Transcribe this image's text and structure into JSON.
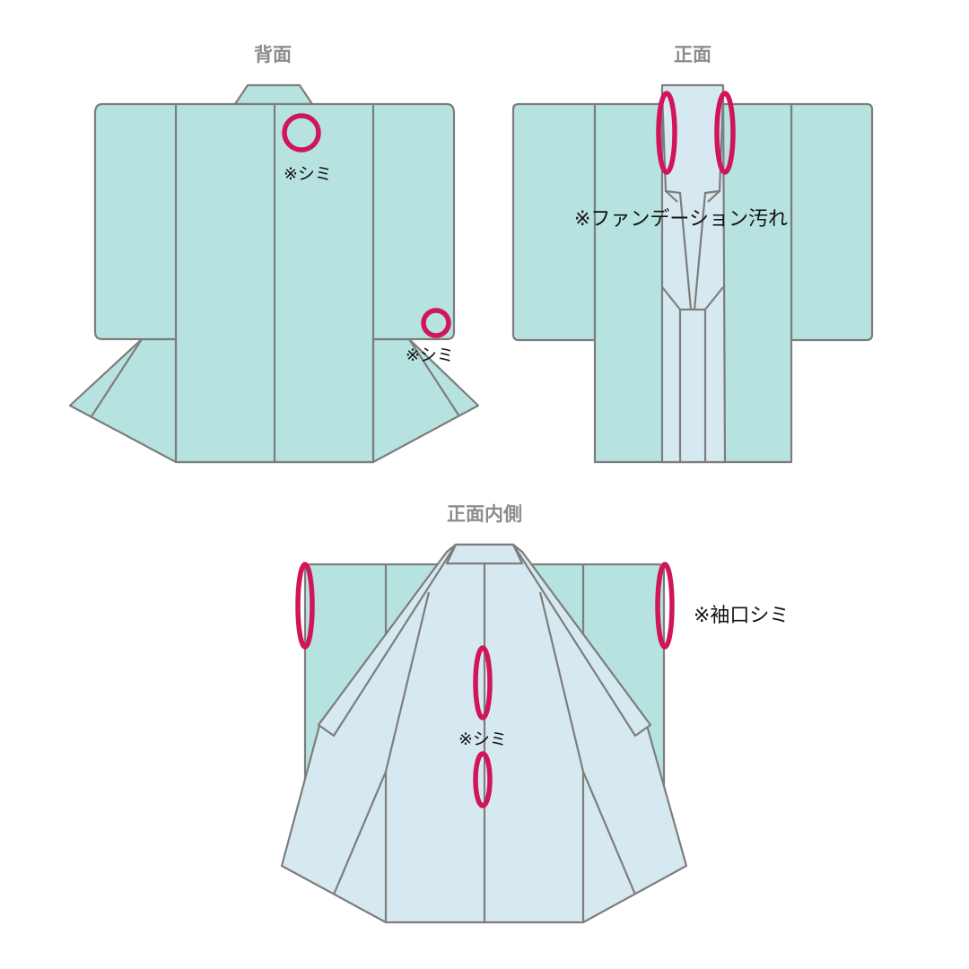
{
  "views": {
    "back": {
      "title": "背面",
      "notes": [
        "※シミ",
        "※シミ"
      ]
    },
    "front": {
      "title": "正面",
      "notes": [
        "※ファンデーション汚れ"
      ]
    },
    "inside": {
      "title": "正面内側",
      "notes": [
        "※袖口シミ",
        "※シミ"
      ]
    }
  },
  "colors": {
    "body": "#b6e3e0",
    "lining": "#d7e9f0",
    "outline": "#7d7d7d",
    "stain_mark": "#d0155a",
    "title_text": "#8c8c8c"
  }
}
